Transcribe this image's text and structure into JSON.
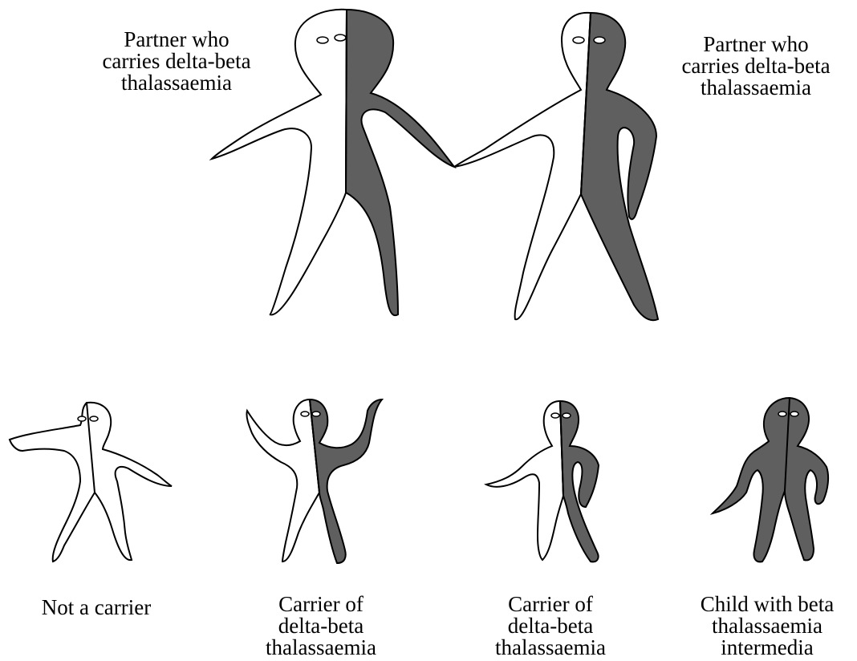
{
  "colors": {
    "carrier_fill": "#5f5f5f",
    "normal_fill": "#ffffff",
    "outline": "#000000"
  },
  "parents": [
    {
      "label": "Partner who\ncarries delta-beta\nthalassaemia",
      "genotype": "half-shaded"
    },
    {
      "label": "Partner who\ncarries delta-beta\nthalassaemia",
      "genotype": "half-shaded"
    }
  ],
  "children": [
    {
      "label": "Not a carrier",
      "genotype": "unshaded"
    },
    {
      "label": "Carrier of\ndelta-beta\nthalassaemia",
      "genotype": "half-shaded"
    },
    {
      "label": "Carrier of\ndelta-beta\nthalassaemia",
      "genotype": "half-shaded"
    },
    {
      "label": "Child with beta\nthalassaemia\nintermedia",
      "genotype": "fully-shaded"
    }
  ]
}
